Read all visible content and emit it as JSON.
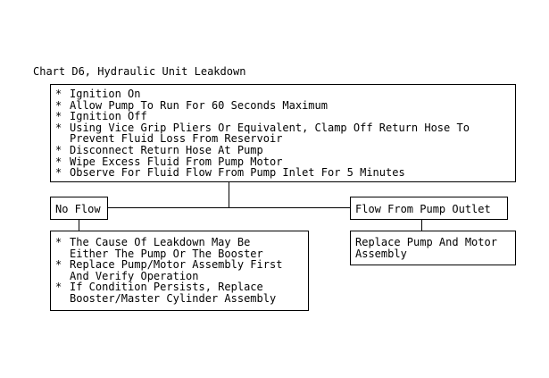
{
  "chart": {
    "title": "Chart D6, Hydraulic Unit Leakdown",
    "bullet": "*",
    "top_steps": [
      {
        "lines": [
          "Ignition On"
        ]
      },
      {
        "lines": [
          "Allow Pump To Run For 60 Seconds Maximum"
        ]
      },
      {
        "lines": [
          "Ignition Off"
        ]
      },
      {
        "lines": [
          "Using Vice Grip Pliers Or Equivalent, Clamp Off Return Hose To",
          "Prevent Fluid Loss From Reservoir"
        ]
      },
      {
        "lines": [
          "Disconnect Return Hose At Pump"
        ]
      },
      {
        "lines": [
          "Wipe Excess Fluid From Pump Motor"
        ]
      },
      {
        "lines": [
          "Observe For Fluid Flow From Pump Inlet For 5 Minutes"
        ]
      }
    ],
    "branch_left": {
      "label": "No Flow",
      "steps": [
        {
          "lines": [
            "The Cause Of Leakdown May Be",
            "Either The Pump Or The Booster"
          ]
        },
        {
          "lines": [
            "Replace Pump/Motor Assembly First",
            "And Verify Operation"
          ]
        },
        {
          "lines": [
            "If Condition Persists, Replace",
            "Booster/Master Cylinder Assembly"
          ]
        }
      ]
    },
    "branch_right": {
      "label": "Flow From Pump Outlet",
      "result_lines": [
        "Replace Pump And Motor",
        "Assembly"
      ]
    }
  }
}
